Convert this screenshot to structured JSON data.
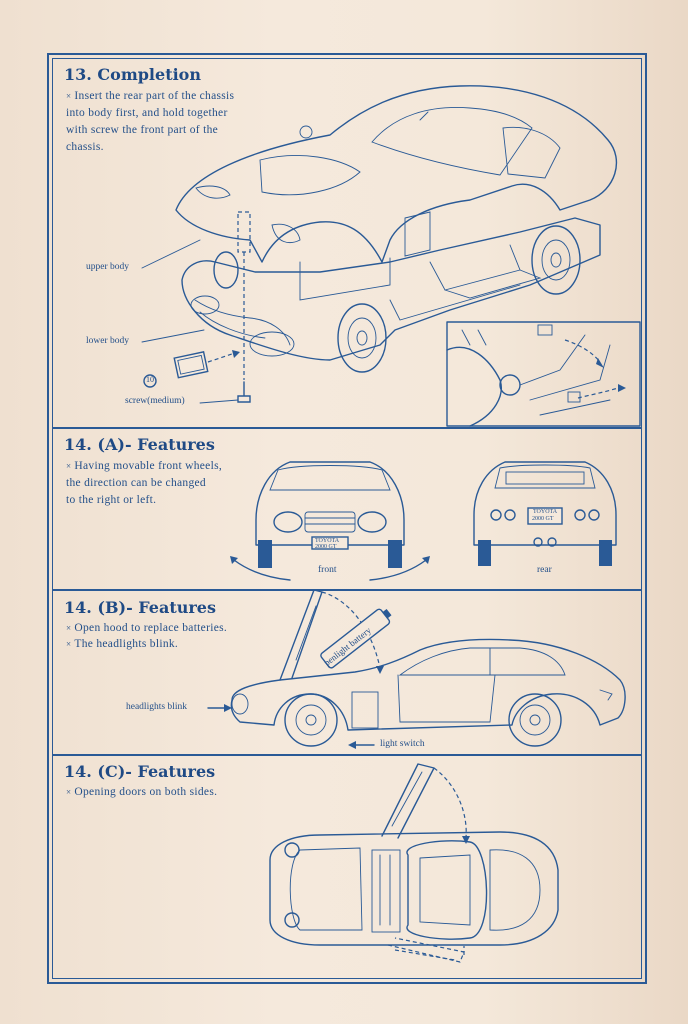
{
  "sections": {
    "completion": {
      "title": "13. Completion",
      "bullet_mark": "×",
      "text": "Insert the rear part of the chassis\ninto body first,  and hold together\nwith screw the front part of the\nchassis.",
      "labels": {
        "upper_body": "upper body",
        "lower_body": "lower body",
        "part_number": "10",
        "screw": "screw(medium)"
      }
    },
    "features_a": {
      "title": "14. (A)- Features",
      "bullet_mark": "×",
      "text": "Having movable front wheels,\nthe direction can be changed\nto the right or left.",
      "labels": {
        "front": "front",
        "rear": "rear"
      },
      "plate_line1": "TOYOTA",
      "plate_line2": "2000 GT"
    },
    "features_b": {
      "title": "14. (B)- Features",
      "bullet_mark": "×",
      "bullets": [
        "Open hood to replace batteries.",
        "The headlights blink."
      ],
      "labels": {
        "headlights_blink": "headlights blink",
        "light_switch": "light switch",
        "battery": "penlight battery"
      }
    },
    "features_c": {
      "title": "14. (C)- Features",
      "bullet_mark": "×",
      "text": "Opening doors on both sides."
    }
  },
  "colors": {
    "ink": "#2a5a96",
    "paper": "#f4e8da"
  }
}
